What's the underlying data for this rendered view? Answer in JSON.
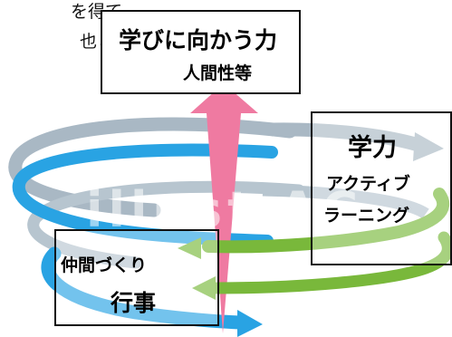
{
  "fragments": {
    "line1": "を得て、",
    "line2": "也との"
  },
  "top_box": {
    "title": "学びに向かう力",
    "subtitle": "人間性等"
  },
  "right_box": {
    "title": "学力",
    "line1": "アクティブ",
    "line2": "ラーニング"
  },
  "left_box": {
    "line1": "仲間づくり",
    "line2": "行事"
  },
  "watermark": "illust AC",
  "colors": {
    "pink_arrow": "#ef7aa1",
    "blue_band": "#29a3e3",
    "gray_band": "#a9b8c4",
    "green_band": "#79b83b"
  }
}
